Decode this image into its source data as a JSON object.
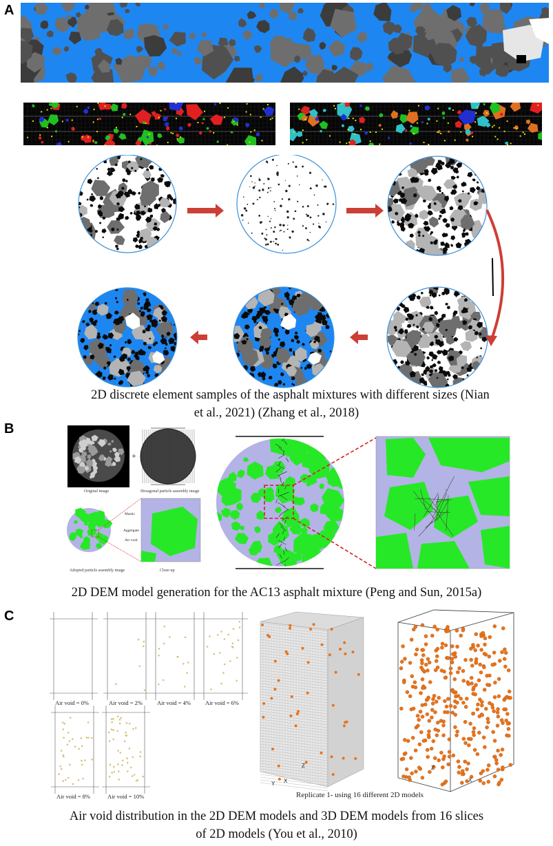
{
  "panels": {
    "A": {
      "letter": "A",
      "caption_line1": "2D discrete element samples of the asphalt mixtures with different sizes (Nian",
      "caption_line2": "et al., 2021) (Zhang et al., 2018)"
    },
    "B": {
      "letter": "B",
      "caption": "2D DEM model generation for the AC13 asphalt mixture (Peng and Sun, 2015a)",
      "labels": {
        "original": "Original image",
        "hexagonal": "Hexagonal particle assembly image",
        "adopted": "Adopted particle assembly image",
        "closeup": "Close-up",
        "mastic": "Mastic",
        "aggregate": "Aggregate",
        "airvoid": "Air void",
        "plus": "+"
      }
    },
    "C": {
      "letter": "C",
      "caption_line1": "Air void distribution in the 2D DEM models and 3D DEM models from 16 slices",
      "caption_line2": "of 2D models (You et al., 2010)",
      "air_void_labels": [
        "Air void = 0%",
        "Air void = 2%",
        "Air void = 4%",
        "Air void = 6%",
        "Air void = 8%",
        "Air void = 10%"
      ],
      "replicate_label": "Replicate 1- using 16 different 2D models",
      "axis_z": "Z",
      "axis_x": "X",
      "axis_y": "Y"
    }
  },
  "colors": {
    "asphalt_blue": "#1e86f0",
    "aggregate_grey": "#6e6e6e",
    "dark_aggregate": "#3c3c3c",
    "light_aggregate": "#b4b4b4",
    "dem_green": "#27e827",
    "mastic_lilac": "#b3b3e6",
    "arrow_red": "#cc3f36",
    "void_orange": "#e8731a",
    "void_tan": "#d8c27a"
  }
}
